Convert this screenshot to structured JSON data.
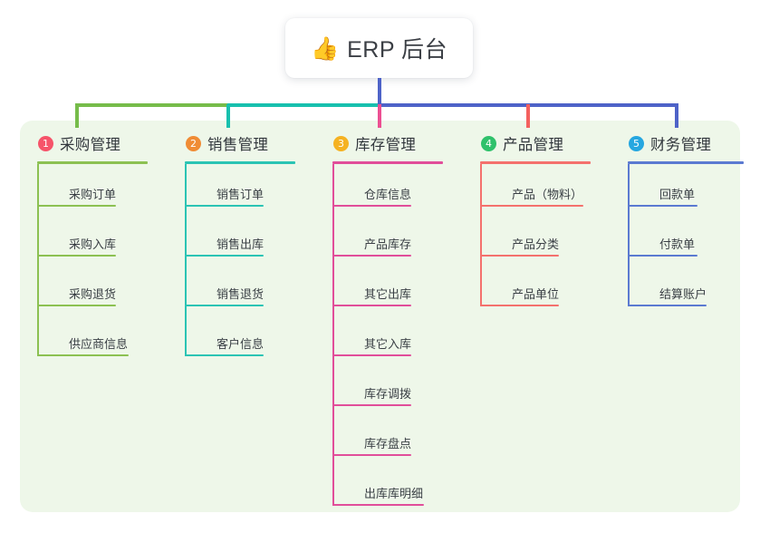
{
  "root": {
    "icon": "thumbs-up-icon",
    "emoji": "👍",
    "title": "ERP 后台"
  },
  "panel": {
    "background": "#eef7e9"
  },
  "connector_colors": {
    "stem": "#4e63c8",
    "bar_green": "#76bc4a",
    "bar_teal": "#18c0ae",
    "bar_blue": "#4e63c8",
    "drop_1": "#76bc4a",
    "drop_2": "#18c0ae",
    "drop_3": "#ec4f92",
    "drop_4": "#f4615f",
    "drop_5": "#4e63c8"
  },
  "columns": [
    {
      "index": "1",
      "badge_color": "#f6546a",
      "line_color": "#8cc152",
      "title": "采购管理",
      "items": [
        {
          "label": "采购订单",
          "rule_width": 86
        },
        {
          "label": "采购入库",
          "rule_width": 86
        },
        {
          "label": "采购退货",
          "rule_width": 86
        },
        {
          "label": "供应商信息",
          "rule_width": 100
        }
      ]
    },
    {
      "index": "2",
      "badge_color": "#f08c35",
      "line_color": "#2bc4b4",
      "title": "销售管理",
      "items": [
        {
          "label": "销售订单",
          "rule_width": 86
        },
        {
          "label": "销售出库",
          "rule_width": 86
        },
        {
          "label": "销售退货",
          "rule_width": 86
        },
        {
          "label": "客户信息",
          "rule_width": 86
        }
      ]
    },
    {
      "index": "3",
      "badge_color": "#f5b222",
      "line_color": "#e14e9a",
      "title": "库存管理",
      "items": [
        {
          "label": "仓库信息",
          "rule_width": 86
        },
        {
          "label": "产品库存",
          "rule_width": 86
        },
        {
          "label": "其它出库",
          "rule_width": 86
        },
        {
          "label": "其它入库",
          "rule_width": 86
        },
        {
          "label": "库存调拨",
          "rule_width": 86
        },
        {
          "label": "库存盘点",
          "rule_width": 86
        },
        {
          "label": "出库库明细",
          "rule_width": 100
        }
      ]
    },
    {
      "index": "4",
      "badge_color": "#2fc16b",
      "line_color": "#f4716d",
      "title": "产品管理",
      "items": [
        {
          "label": "产品（物料）",
          "rule_width": 113
        },
        {
          "label": "产品分类",
          "rule_width": 86
        },
        {
          "label": "产品单位",
          "rule_width": 86
        }
      ]
    },
    {
      "index": "5",
      "badge_color": "#26a7e0",
      "line_color": "#5b7ad1",
      "title": "财务管理",
      "items": [
        {
          "label": "回款单",
          "rule_width": 76
        },
        {
          "label": "付款单",
          "rule_width": 76
        },
        {
          "label": "结算账户",
          "rule_width": 86
        }
      ]
    }
  ]
}
